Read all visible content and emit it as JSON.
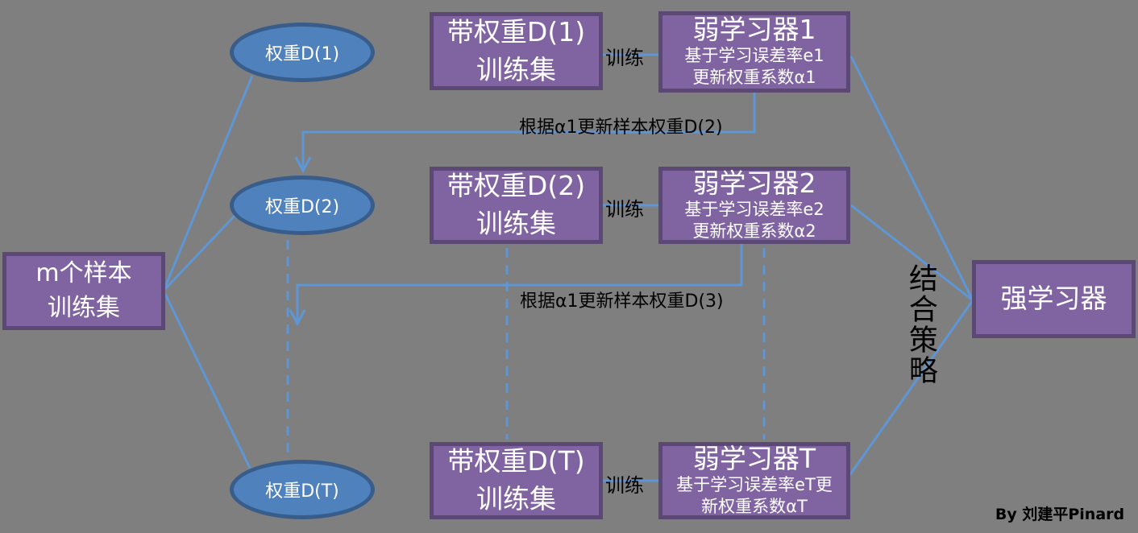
{
  "diagram": {
    "background_color": "#7F7F7F",
    "colors": {
      "box_fill": "#8064A2",
      "box_border": "#5B4875",
      "box_text": "#FFFFFF",
      "ellipse_fill": "#4F81BD",
      "ellipse_border": "#385D8A",
      "connector": "#5E96D6",
      "label_text": "#000000"
    },
    "source_box": {
      "label": "m个样本\n训练集"
    },
    "weight_ellipses": [
      {
        "label": "权重D(1)"
      },
      {
        "label": "权重D(2)"
      },
      {
        "label": "权重D(T)"
      }
    ],
    "training_boxes": [
      {
        "label": "带权重D(1)\n训练集"
      },
      {
        "label": "带权重D(2)\n训练集"
      },
      {
        "label": "带权重D(T)\n训练集"
      }
    ],
    "train_edge_labels": [
      {
        "label": "训练"
      },
      {
        "label": "训练"
      },
      {
        "label": "训练"
      }
    ],
    "weak_learners": [
      {
        "title": "弱学习器1",
        "detail": "基于学习误差率e1\n更新权重系数α1"
      },
      {
        "title": "弱学习器2",
        "detail": "基于学习误差率e2\n更新权重系数α2"
      },
      {
        "title": "弱学习器T",
        "detail": "基于学习误差率eT更\n新权重系数αT"
      }
    ],
    "feedback_labels": [
      {
        "label": "根据α1更新样本权重D(2)"
      },
      {
        "label": "根据α1更新样本权重D(3)"
      }
    ],
    "combine_strategy_label": "结合策略",
    "strong_learner_box": {
      "label": "强学习器"
    },
    "credit": "By 刘建平Pinard"
  }
}
